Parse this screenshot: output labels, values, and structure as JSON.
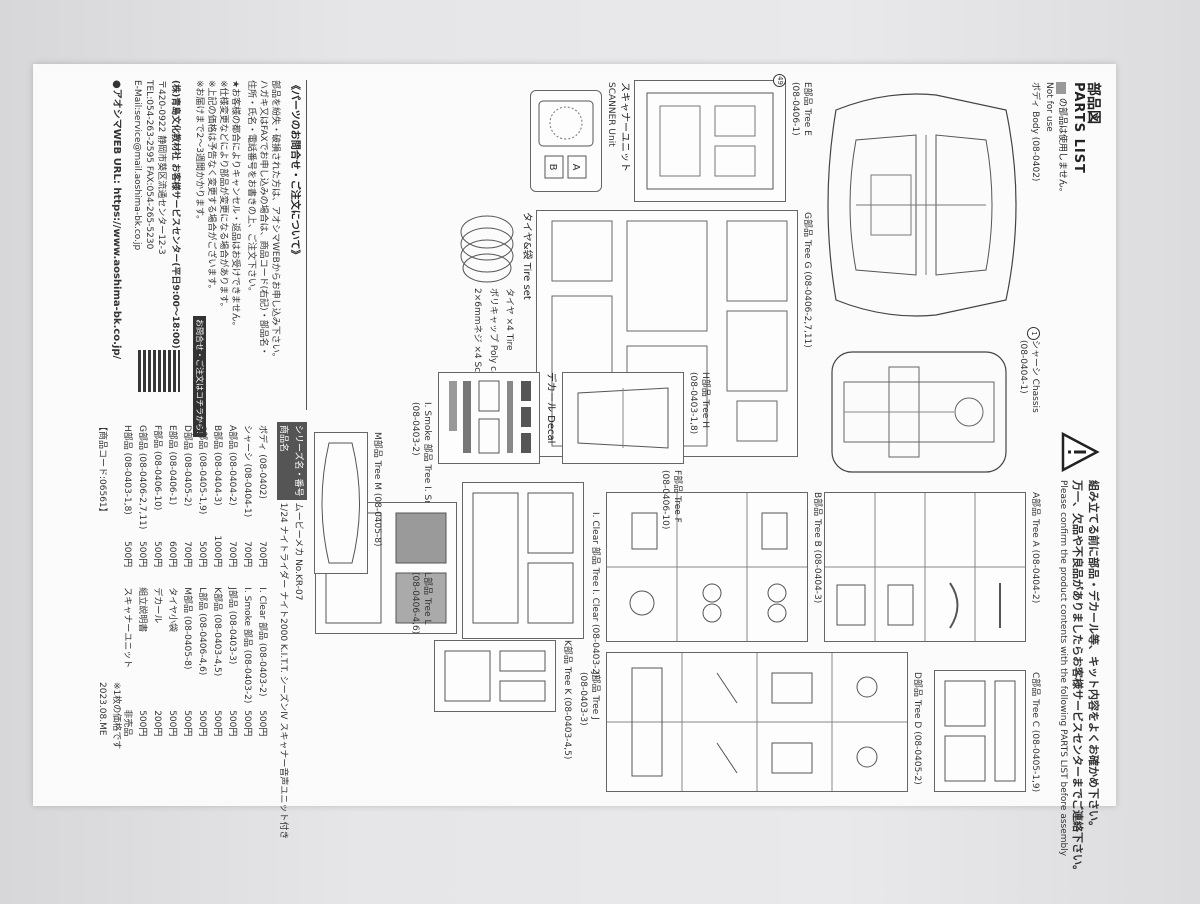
{
  "header": {
    "title": "部品図",
    "subtitle": "PARTS LIST",
    "warning_jp_1": "組み立てる前に部品・デカール等、キット内容をよくお確かめ下さい。",
    "warning_jp_2": "万一、欠品や不良品がありましたらお客様サービスセンターまでご連絡下さい。",
    "warning_en": "Please confirm the product contents with the following PARTS LIST before assembly"
  },
  "legend": {
    "jp": "の部品は使用しません。",
    "en": "Not for use"
  },
  "parts": {
    "body": {
      "label": "ボディ Body (08-0402)"
    },
    "chassis": {
      "label_jp": "シャーシ Chassis",
      "code": "(08-0404-1)"
    },
    "tree_a": {
      "label": "A部品 Tree A (08-0404-2)"
    },
    "tree_b": {
      "label": "B部品 Tree B (08-0404-3)"
    },
    "tree_c": {
      "label": "C部品 Tree C (08-0405-1,9)"
    },
    "tree_d": {
      "label": "D部品 Tree D (08-0405-2)"
    },
    "tree_e": {
      "label": "E部品 Tree E",
      "code": "(08-0406-1)"
    },
    "tree_f": {
      "label": "F部品 Tree F",
      "code": "(08-0406-10)"
    },
    "tree_g": {
      "label": "G部品 Tree G (08-0406-2,7,11)"
    },
    "tree_h": {
      "label": "H部品 Tree H",
      "code": "(08-0403-1,8)"
    },
    "tree_i_clear": {
      "label": "I. Clear 部品 Tree I. Clear (08-0403-2)"
    },
    "tree_i_smoke": {
      "label": "I. Smoke 部品 Tree I. Smoke",
      "code": "(08-0403-2)"
    },
    "tree_j": {
      "label": "J部品 Tree J",
      "code": "(08-0403-3)"
    },
    "tree_k": {
      "label": "K部品 Tree K (08-0403-4,5)"
    },
    "tree_l": {
      "label": "L部品 Tree L",
      "code": "(08-0406-4,6)"
    },
    "tree_m": {
      "label": "M部品 Tree M (08-0405-8)"
    },
    "scanner": {
      "label_jp": "スキャナーユニット",
      "label_en": "SCANNER Unit"
    },
    "tire_set": {
      "label": "タイヤ&袋 Tire set",
      "tire": "タイヤ ×4 Tire",
      "polycap": "ポリキャップ Poly cap",
      "screw": "2×6mmネジ ×4 Screw"
    },
    "decal": {
      "label": "デカール Decal"
    }
  },
  "contact": {
    "title": "《パーツのお問合せ・ご注文について》",
    "notes": [
      "部品を紛失・破損された方は、アオシマWEBからお申し込み下さい。",
      "ハガキ又はFAXでお申し込みの場合は、商品コード(右記)・部品名・",
      "住所・氏名・電話番号をお書きの上、ご注文下さい。",
      "★お客様の都合によりキャンセル・返品はお受けできません。",
      "※仕様変更などにより部品が変更になる場合があります。",
      "※上記の価格は予告なく変更する場合がございます。",
      "※お届けまで2〜3週間かかります。"
    ],
    "company": "(株)青島文化教材社 お客様サービスセンター(平日9:00〜18:00)",
    "address": "〒420-0922 静岡市葵区流通センター12-3",
    "tel": "TEL:054-263-2595 FAX:054-265-5230",
    "email": "E-Mail:service@mail.aoshima-bk.co.jp",
    "web": "●アオシマWEB URL: https://www.aoshima-bk.co.jp/",
    "qr_caption": "お問合せ・ご注文はコチラから!"
  },
  "series": {
    "header_col1": "シリーズ名・番号",
    "header_col2": "ムービーメカ No.KR-07",
    "col_item": "商品名",
    "product": "1/24 ナイトライダー ナイト2000 K.I.T.T. シーズンⅣ スキャナー音声ユニット付き",
    "price_note": "※1枚の価格です",
    "product_code": "【商品コード:06561】",
    "date": "2023.08.ME",
    "rows_left": [
      [
        "ボディ (08-0402)",
        "700円"
      ],
      [
        "シャーシ (08-0404-1)",
        "700円"
      ],
      [
        "A部品 (08-0404-2)",
        "700円"
      ],
      [
        "B部品 (08-0404-3)",
        "1000円"
      ],
      [
        "C部品 (08-0405-1,9)",
        "500円"
      ],
      [
        "D部品 (08-0405-2)",
        "700円"
      ],
      [
        "E部品 (08-0406-1)",
        "600円"
      ],
      [
        "F部品 (08-0406-10)",
        "500円"
      ],
      [
        "G部品 (08-0406-2,7,11)",
        "500円"
      ],
      [
        "H部品 (08-0403-1,8)",
        "500円"
      ]
    ],
    "rows_right": [
      [
        "I. Clear 部品 (08-0403-2)",
        "500円"
      ],
      [
        "I. Smoke 部品 (08-0403-2)",
        "500円"
      ],
      [
        "J部品 (08-0403-3)",
        "500円"
      ],
      [
        "K部品 (08-0403-4,5)",
        "500円"
      ],
      [
        "L部品 (08-0406-4,6)",
        "500円"
      ],
      [
        "M部品 (08-0405-8)",
        "500円"
      ],
      [
        "タイヤ小袋",
        "500円"
      ],
      [
        "デカール",
        "200円"
      ],
      [
        "組立説明書",
        "500円"
      ],
      [
        "スキャナーユニット",
        "非売品"
      ]
    ]
  }
}
